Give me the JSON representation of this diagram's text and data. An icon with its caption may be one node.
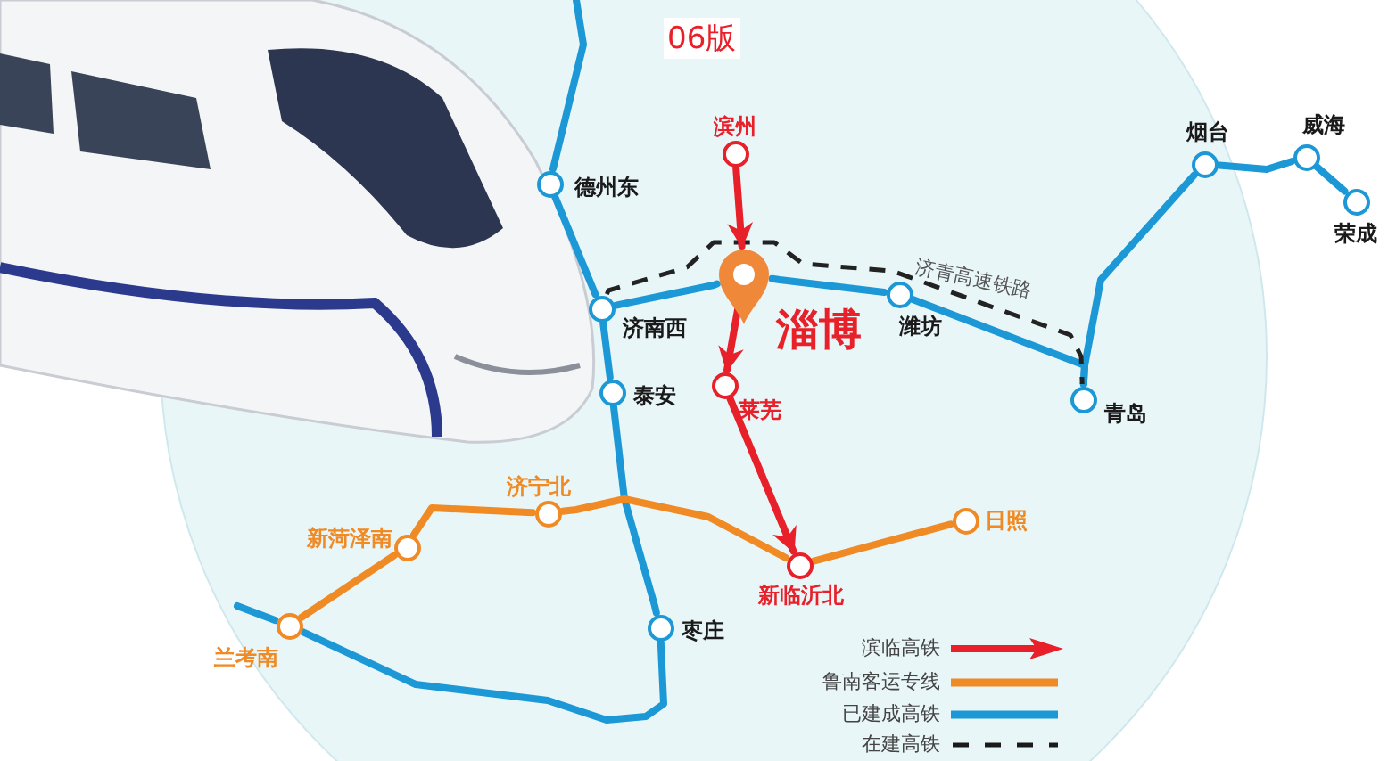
{
  "diagram": {
    "nodes": [
      {
        "text": [
          "德州东"
        ]
      },
      {
        "text": [
          "滨州"
        ]
      },
      {
        "text": [
          "烟台"
        ]
      },
      {
        "text": [
          "威海"
        ]
      },
      {
        "text": [
          "荣成"
        ]
      },
      {
        "text": [
          "淄博"
        ]
      },
      {
        "text": [
          "济南西"
        ]
      },
      {
        "text": [
          "潍坊"
        ]
      },
      {
        "text": [
          "泰安"
        ]
      },
      {
        "text": [
          "莱芜"
        ]
      },
      {
        "text": [
          "青岛"
        ]
      },
      {
        "text": [
          "济宁北"
        ]
      },
      {
        "text": [
          "日照"
        ]
      },
      {
        "text": [
          "新菏泽南"
        ]
      },
      {
        "text": [
          "新临沂北"
        ]
      },
      {
        "text": [
          "兰考南"
        ]
      },
      {
        "text": [
          "枣庄"
        ]
      }
    ],
    "edges": [
      {
        "from": null,
        "to": 0,
        "arrow": "none"
      },
      {
        "from": 0,
        "to": 6,
        "arrow": "none"
      },
      {
        "from": 6,
        "to": 5,
        "arrow": "none"
      },
      {
        "from": 5,
        "to": 7,
        "arrow": "none"
      },
      {
        "from": 7,
        "to": 10,
        "arrow": "none"
      },
      {
        "from": 10,
        "to": 2,
        "arrow": "none"
      },
      {
        "from": 2,
        "to": 3,
        "arrow": "none"
      },
      {
        "from": 3,
        "to": 4,
        "arrow": "none"
      },
      {
        "from": 6,
        "to": 10,
        "arrow": "none",
        "label": "济青高速铁路",
        "style": "dashed",
        "color": "#222222"
      },
      {
        "from": 6,
        "to": 8,
        "arrow": "none"
      },
      {
        "from": 8,
        "to": 16,
        "arrow": "none"
      },
      {
        "from": 16,
        "to": 15,
        "arrow": "none"
      },
      {
        "from": 15,
        "to": null,
        "arrow": "none"
      },
      {
        "from": 1,
        "to": 5,
        "arrow": "to",
        "color": "#e8202a"
      },
      {
        "from": 5,
        "to": 9,
        "arrow": "to",
        "color": "#e8202a"
      },
      {
        "from": 9,
        "to": 14,
        "arrow": "to",
        "color": "#e8202a"
      },
      {
        "from": 15,
        "to": 13,
        "arrow": "none",
        "color": "#f08a24"
      },
      {
        "from": 13,
        "to": 11,
        "arrow": "none",
        "color": "#f08a24"
      },
      {
        "from": 11,
        "to": 14,
        "arrow": "none",
        "color": "#f08a24"
      },
      {
        "from": 14,
        "to": 12,
        "arrow": "none",
        "color": "#f08a24"
      }
    ],
    "labels": [
      "06版"
    ],
    "legend": [
      {
        "text": "滨临高铁"
      },
      {
        "text": "鲁南客运专线"
      },
      {
        "text": "已建成高铁"
      },
      {
        "text": "在建高铁"
      }
    ]
  }
}
